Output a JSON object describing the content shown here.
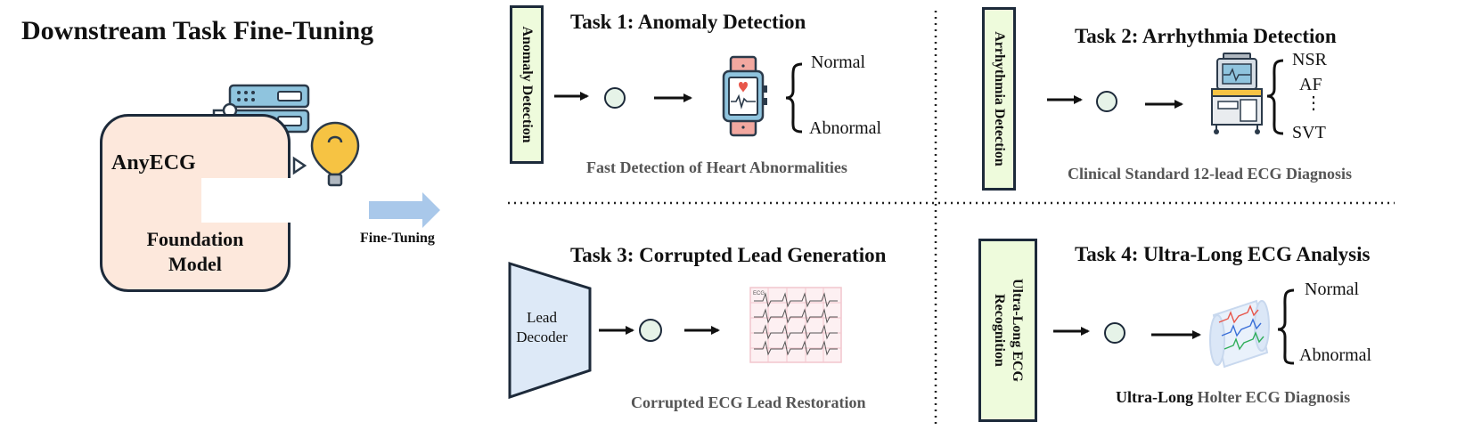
{
  "left": {
    "title": "Downstream Task Fine-Tuning",
    "model_name": "AnyECG",
    "model_label_line1": "Foundation",
    "model_label_line2": "Model",
    "fine_tuning_label": "Fine-Tuning"
  },
  "task1": {
    "title": "Task  1: Anomaly Detection",
    "side_label": "Anomaly Detection",
    "outputs": [
      "Normal",
      "Abnormal"
    ],
    "subtitle": "Fast Detection of Heart Abnormalities",
    "icon": "smartwatch-icon"
  },
  "task2": {
    "title": "Task  2: Arrhythmia Detection",
    "side_label": "Arrhythmia Detection",
    "outputs": [
      "NSR",
      "AF",
      "⋮",
      "SVT"
    ],
    "subtitle": "Clinical Standard 12-lead ECG Diagnosis",
    "icon": "ecg-machine-icon"
  },
  "task3": {
    "title": "Task  3: Corrupted Lead Generation",
    "decoder_line1": "Lead",
    "decoder_line2": "Decoder",
    "ecg_sheet_label": "ECG",
    "subtitle": "Corrupted ECG Lead Restoration",
    "icon": "ecg-grid-icon"
  },
  "task4": {
    "title": "Task  4: Ultra-Long ECG Analysis",
    "side_label_line1": "Ultra-Long ECG",
    "side_label_line2": "Recognition",
    "outputs": [
      "Normal",
      "Abnormal"
    ],
    "subtitle_bold": "Ultra-Long",
    "subtitle_rest": " Holter ECG Diagnosis",
    "icon": "ecg-scroll-icon"
  },
  "colors": {
    "model_fill": "#fde8dc",
    "side_box_fill": "#eefbdc",
    "decoder_fill": "#dde9f7",
    "node_fill": "#e6f3e8",
    "arrow_blue": "#a9c8ea",
    "server_blue": "#8fc4de",
    "bulb_yellow": "#f6c343",
    "outline": "#1d2a3a"
  }
}
